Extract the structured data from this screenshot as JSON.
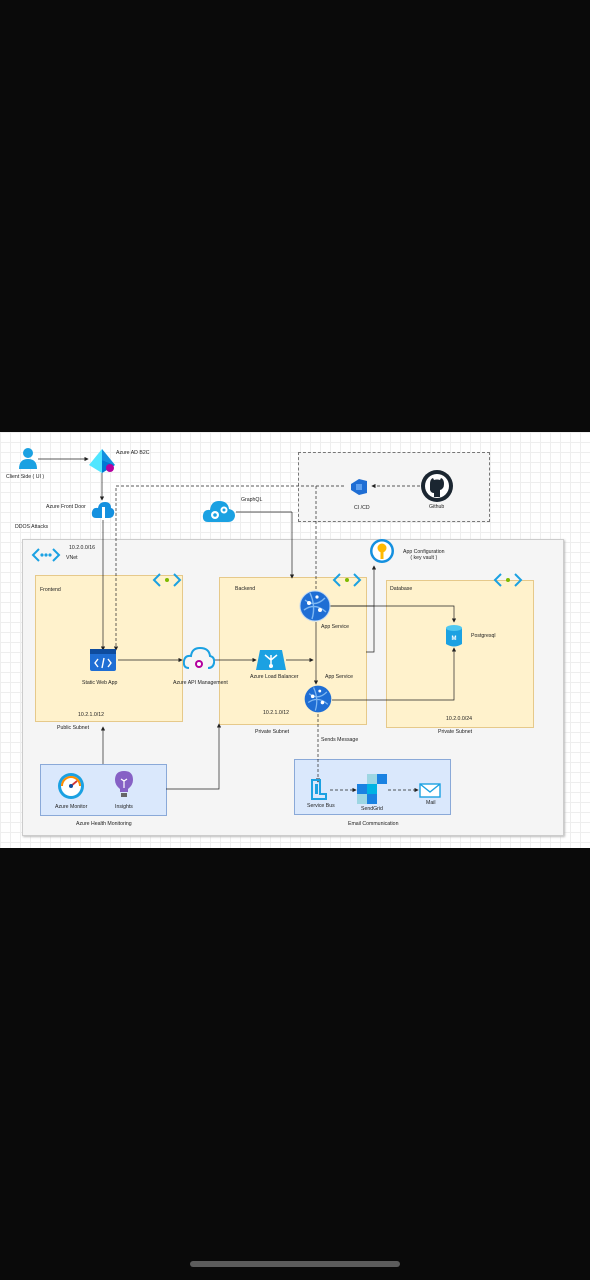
{
  "diagram": {
    "client": "Client Side ( UI )",
    "ad_b2c": "Azure AD B2C",
    "front_door": "Azure Front Door",
    "ddos": "DDOS Attacks",
    "graphql": "GraphQL",
    "cicd": "CI /CD",
    "github": "Github",
    "vnet_cidr": "10.2.0.0/16",
    "vnet": "VNet",
    "app_config": "App Configuration\n( key vault )",
    "frontend": "Frontend",
    "backend": "Backend",
    "database": "Database",
    "static_web_app": "Static Web App",
    "api_management": "Azure API Management",
    "load_balancer": "Azure Load Balancer",
    "app_service_1": "App Service",
    "app_service_2": "App Service",
    "postgresql": "Postgresql",
    "frontend_cidr": "10.2.1.0/12",
    "backend_cidr": "10.2.1.0/12",
    "database_cidr": "10.2.0.0/24",
    "public_subnet": "Public Subnet",
    "private_subnet_backend": "Private Subnet",
    "private_subnet_db": "Private Subnet",
    "sends_message": "Sends Message",
    "azure_monitor": "Azure Monitor",
    "insights": "Insights",
    "health_monitoring": "Azure Health Monitoring",
    "service_bus": "Service Bus",
    "sendgrid": "SendGrid",
    "mail": "Mail",
    "email_communication": "Email Communication"
  },
  "colors": {
    "subnet_fill": "#fff2cc",
    "subnet_border": "#e6c98a",
    "monitor_fill": "#dae8fc",
    "monitor_border": "#8aa9d8",
    "vnet_fill": "#f5f5f5",
    "azure_blue": "#0078d4"
  }
}
